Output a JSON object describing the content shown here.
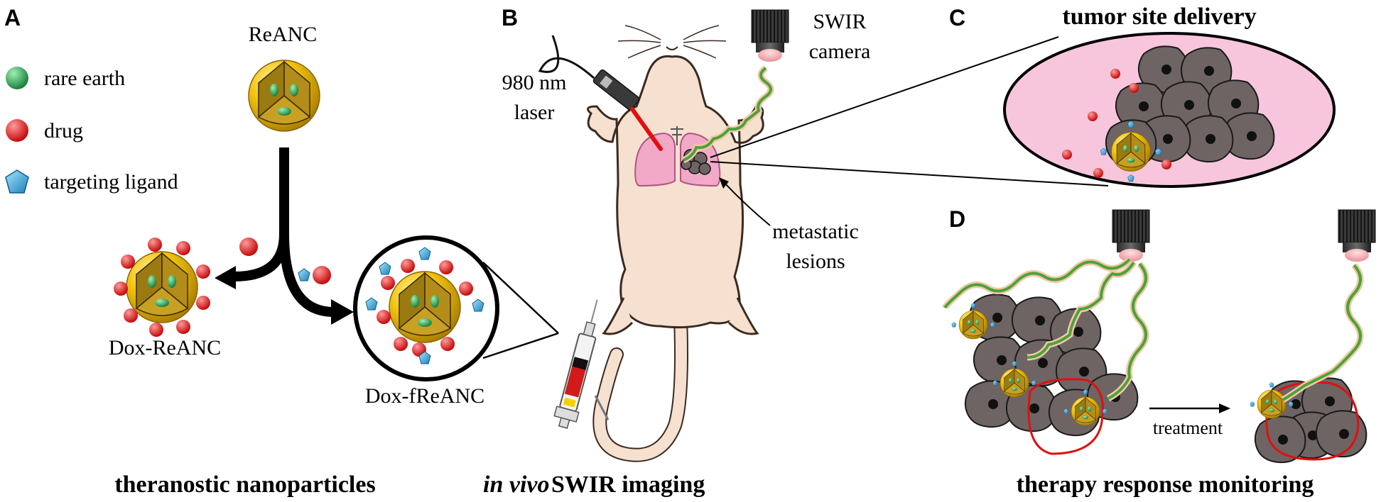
{
  "panels": {
    "a": {
      "letter": "A",
      "caption": "theranostic nanoparticles"
    },
    "b": {
      "letter": "B",
      "caption_italic": "in vivo",
      "caption_rest": " SWIR imaging"
    },
    "c": {
      "letter": "C",
      "title": "tumor site delivery"
    },
    "d": {
      "letter": "D",
      "caption": "therapy response monitoring"
    }
  },
  "legend": [
    {
      "label": "rare earth",
      "color": "#1fa04a",
      "icon": "green-sphere-icon"
    },
    {
      "label": "drug",
      "color": "#e01010",
      "icon": "red-sphere-icon"
    },
    {
      "label": "targeting ligand",
      "color": "#2a9fd6",
      "icon": "blue-pentagon-icon"
    }
  ],
  "particles": {
    "reanc": "ReANC",
    "dox_reanc": "Dox-ReANC",
    "dox_freanc": "Dox-fReANC"
  },
  "imaging": {
    "laser_line1": "980 nm",
    "laser_line2": "laser",
    "camera_line1": "SWIR",
    "camera_line2": "camera",
    "lesion_line1": "metastatic",
    "lesion_line2": "lesions"
  },
  "monitoring": {
    "arrow_label": "treatment"
  },
  "colors": {
    "gold": "#e6b800",
    "rare_earth": "#1fa04a",
    "drug": "#e01010",
    "ligand": "#2a9fd6",
    "tumor_cell": "#6e6464",
    "tissue": "#f8c6dc",
    "mouse": "#f6e0cf",
    "lung": "#f2a9c8"
  }
}
